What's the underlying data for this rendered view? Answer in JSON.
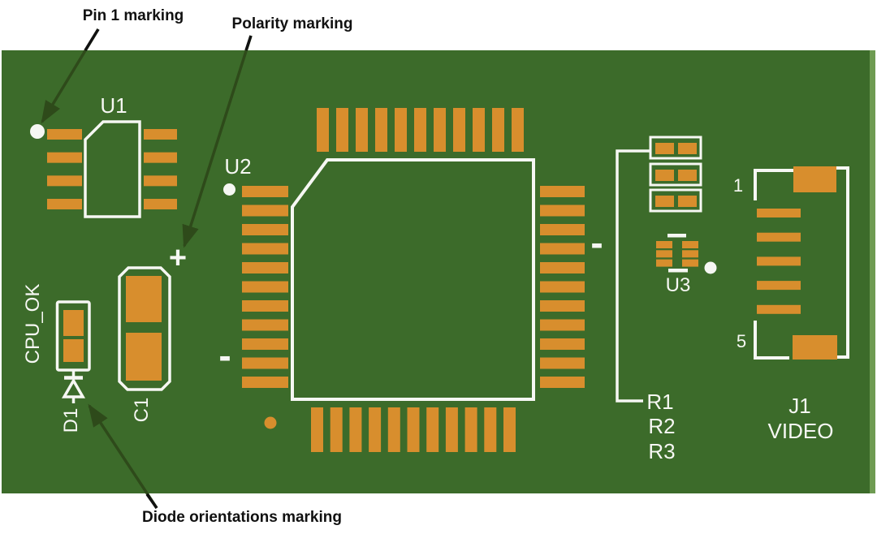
{
  "colors": {
    "board": "#3c6b2a",
    "board_edge_highlight": "#6e9b52",
    "pad": "#d88e2d",
    "silkscreen": "#f6f7f3",
    "annotation_text": "#111111",
    "arrow_on_board": "#2e4a1a",
    "arrow_on_white": "#111111",
    "background": "#ffffff"
  },
  "annotations": {
    "pin1_marking": "Pin 1 marking",
    "polarity_marking": "Polarity marking",
    "diode_marking": "Diode orientations marking"
  },
  "silkscreen": {
    "u1": "U1",
    "u2": "U2",
    "u3": "U3",
    "c1": "C1",
    "d1": "D1",
    "net_label": "CPU_OK",
    "r1": "R1",
    "r2": "R2",
    "r3": "R3",
    "j1": "J1",
    "j1_function": "VIDEO",
    "plus": "+",
    "minus_c1": "-",
    "minus_u2": "-",
    "j1_pin1": "1",
    "j1_pin5": "5"
  },
  "structure": {
    "u1_pads_per_side": 4,
    "u2_pads_per_side": 11,
    "u3_pads_per_side": 3,
    "j1_contacts": 5,
    "resistors": 3,
    "c1_pads": 2,
    "d1_pads": 2
  }
}
